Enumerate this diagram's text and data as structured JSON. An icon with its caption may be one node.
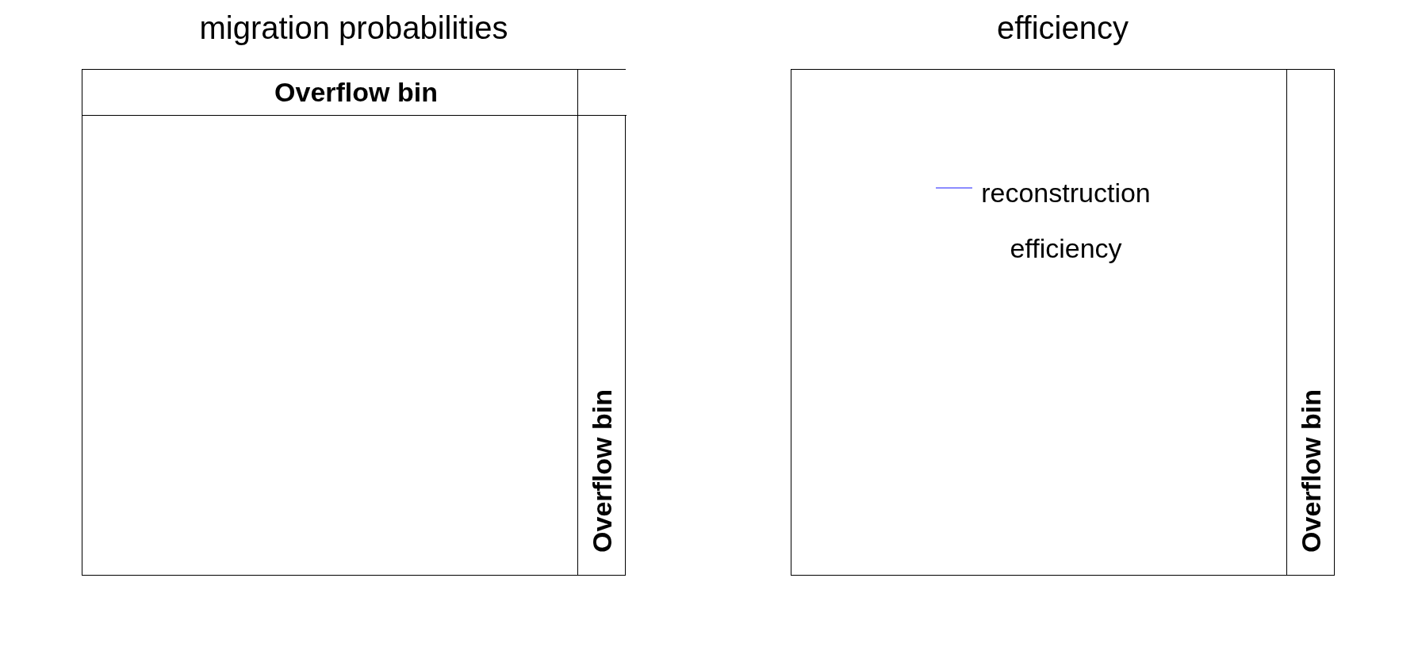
{
  "diagram": {
    "nodes": [
      {
        "text": [
          "migration probabilities"
        ]
      },
      {
        "text": [
          "Overflow bin"
        ],
        "in": 0
      },
      {
        "text": [],
        "shape": "box",
        "in": 0
      },
      {
        "text": [
          "Overflow bin"
        ],
        "in": 0
      },
      {
        "text": [
          "efficiency"
        ]
      },
      {
        "text": [
          "Overflow bin"
        ],
        "in": 4
      }
    ],
    "legend": [
      {
        "text": "reconstruction efficiency"
      }
    ]
  }
}
